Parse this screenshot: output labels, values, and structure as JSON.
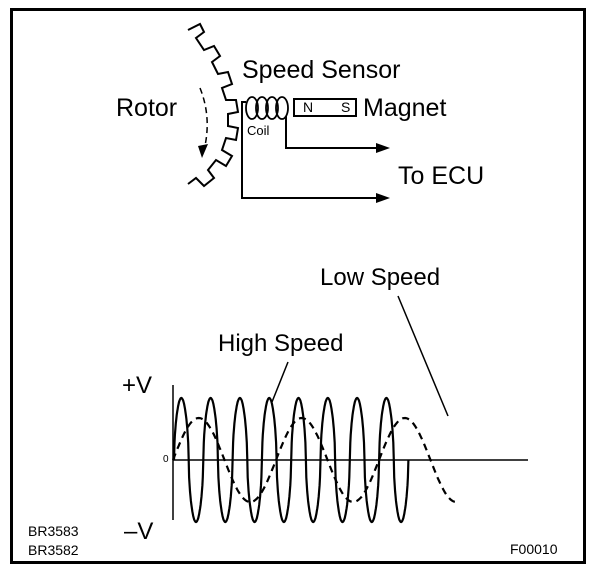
{
  "labels": {
    "speed_sensor": "Speed Sensor",
    "rotor": "Rotor",
    "coil": "Coil",
    "magnet_n": "N",
    "magnet_s": "S",
    "magnet": "Magnet",
    "to_ecu": "To ECU",
    "low_speed": "Low Speed",
    "high_speed": "High Speed",
    "plus_v": "+V",
    "minus_v": "–V",
    "zero": "0",
    "ref_codes": [
      "BR3583",
      "BR3582"
    ],
    "figure_code": "F00010"
  },
  "colors": {
    "ink": "#000000",
    "background": "#ffffff"
  },
  "waveforms": {
    "high_speed": {
      "line": "solid",
      "cycles": 8
    },
    "low_speed": {
      "line": "dashed",
      "cycles": 3
    }
  }
}
